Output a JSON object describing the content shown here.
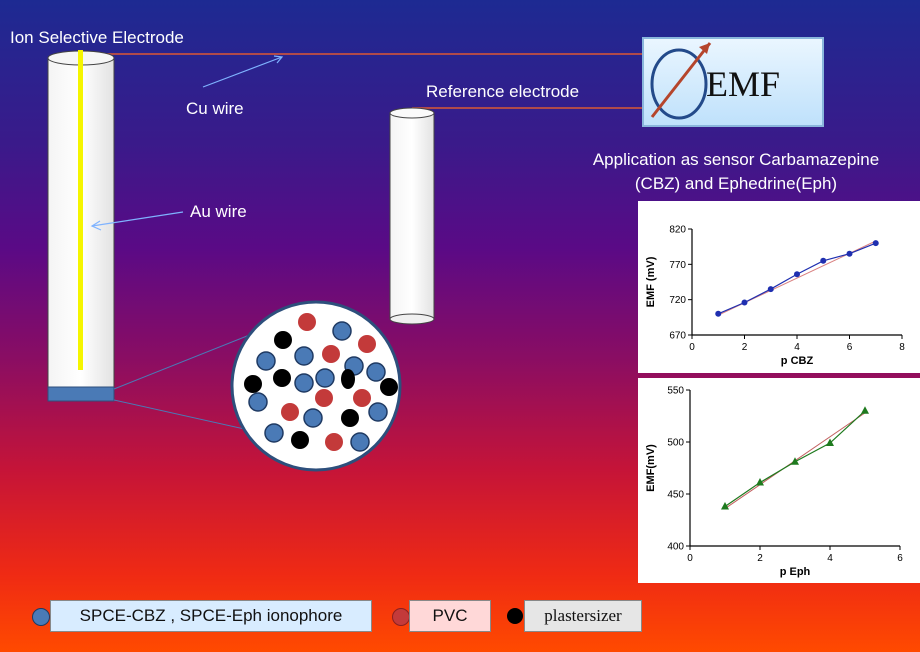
{
  "labels": {
    "ion_selective_electrode": "Ion Selective Electrode",
    "cu_wire": "Cu wire",
    "reference_electrode": "Reference electrode",
    "au_wire": "Au wire",
    "emf": "EMF",
    "application_line1": "Application as sensor Carbamazepine",
    "application_line2": "(CBZ) and Ephedrine(Eph)"
  },
  "legend": {
    "ionophore": "SPCE-CBZ , SPCE-Eph ionophore",
    "pvc": "PVC",
    "plasticizer": "plastersizer"
  },
  "colors": {
    "ionophore": "#4a7ab6",
    "pvc": "#c33a3a",
    "plasticizer": "#000000",
    "wire": "#b04a4a",
    "au_wire": "#f5f500"
  },
  "chart_data": [
    {
      "type": "line",
      "xlabel": "p CBZ",
      "ylabel": "EMF (mV)",
      "xlim": [
        0,
        8
      ],
      "ylim": [
        670,
        820
      ],
      "xticks": [
        0,
        2,
        4,
        6,
        8
      ],
      "yticks": [
        670,
        720,
        770,
        820
      ],
      "series": [
        {
          "values_x": [
            1,
            2,
            3,
            4,
            5,
            6,
            7
          ],
          "values_y": [
            700,
            716,
            735,
            756,
            775,
            785,
            800
          ],
          "color": "#1f2fb0",
          "marker": "circle"
        }
      ],
      "fit": {
        "x": [
          1,
          7
        ],
        "y": [
          698,
          803
        ],
        "color": "#d98080"
      }
    },
    {
      "type": "line",
      "xlabel": "p Eph",
      "ylabel": "EMF(mV)",
      "xlim": [
        0,
        6
      ],
      "ylim": [
        400,
        550
      ],
      "xticks": [
        0,
        2,
        4,
        6
      ],
      "yticks": [
        400,
        450,
        500,
        550
      ],
      "series": [
        {
          "values_x": [
            1,
            2,
            3,
            4,
            5
          ],
          "values_y": [
            438,
            461,
            481,
            499,
            530
          ],
          "color": "#1e7a1e",
          "marker": "triangle"
        }
      ],
      "fit": {
        "x": [
          1,
          5
        ],
        "y": [
          436,
          528
        ],
        "color": "#c26060"
      }
    }
  ]
}
